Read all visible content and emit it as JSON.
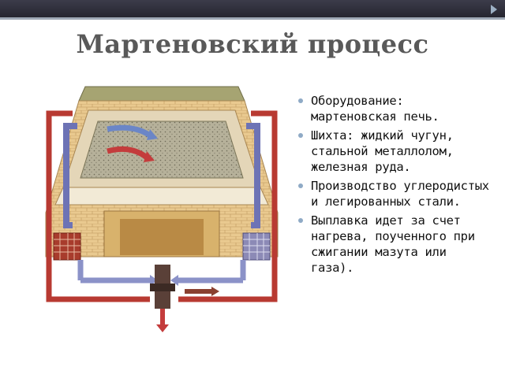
{
  "slide": {
    "title": "Мартеновский процесс",
    "bullets": [
      "Оборудование: мартеновская печь.",
      "Шихта: жидкий чугун, стальной металлолом, железная руда.",
      "Производство углеродистых и легированных стали.",
      "Выплавка идет за счет нагрева, поученного при сжигании мазута или газа)."
    ]
  }
}
